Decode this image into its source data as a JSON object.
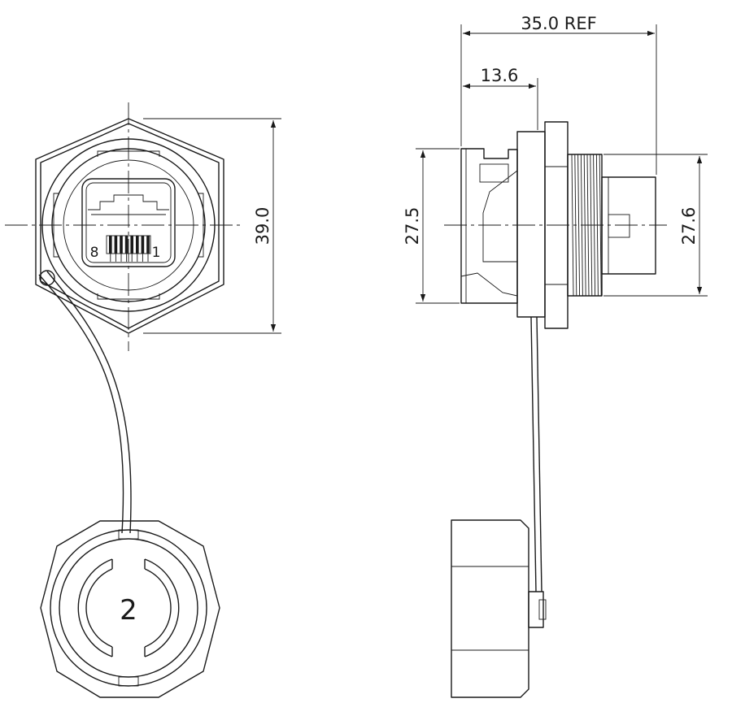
{
  "dimensions": {
    "overall_length": "35.0 REF",
    "front_depth": "13.6",
    "front_height": "27.5",
    "thread_height": "27.6",
    "flange_height": "39.0"
  },
  "pin_labels": {
    "left": "8",
    "right": "1"
  },
  "cap_number": "2",
  "colors": {
    "line": "#1a1a1a",
    "background": "#ffffff"
  }
}
